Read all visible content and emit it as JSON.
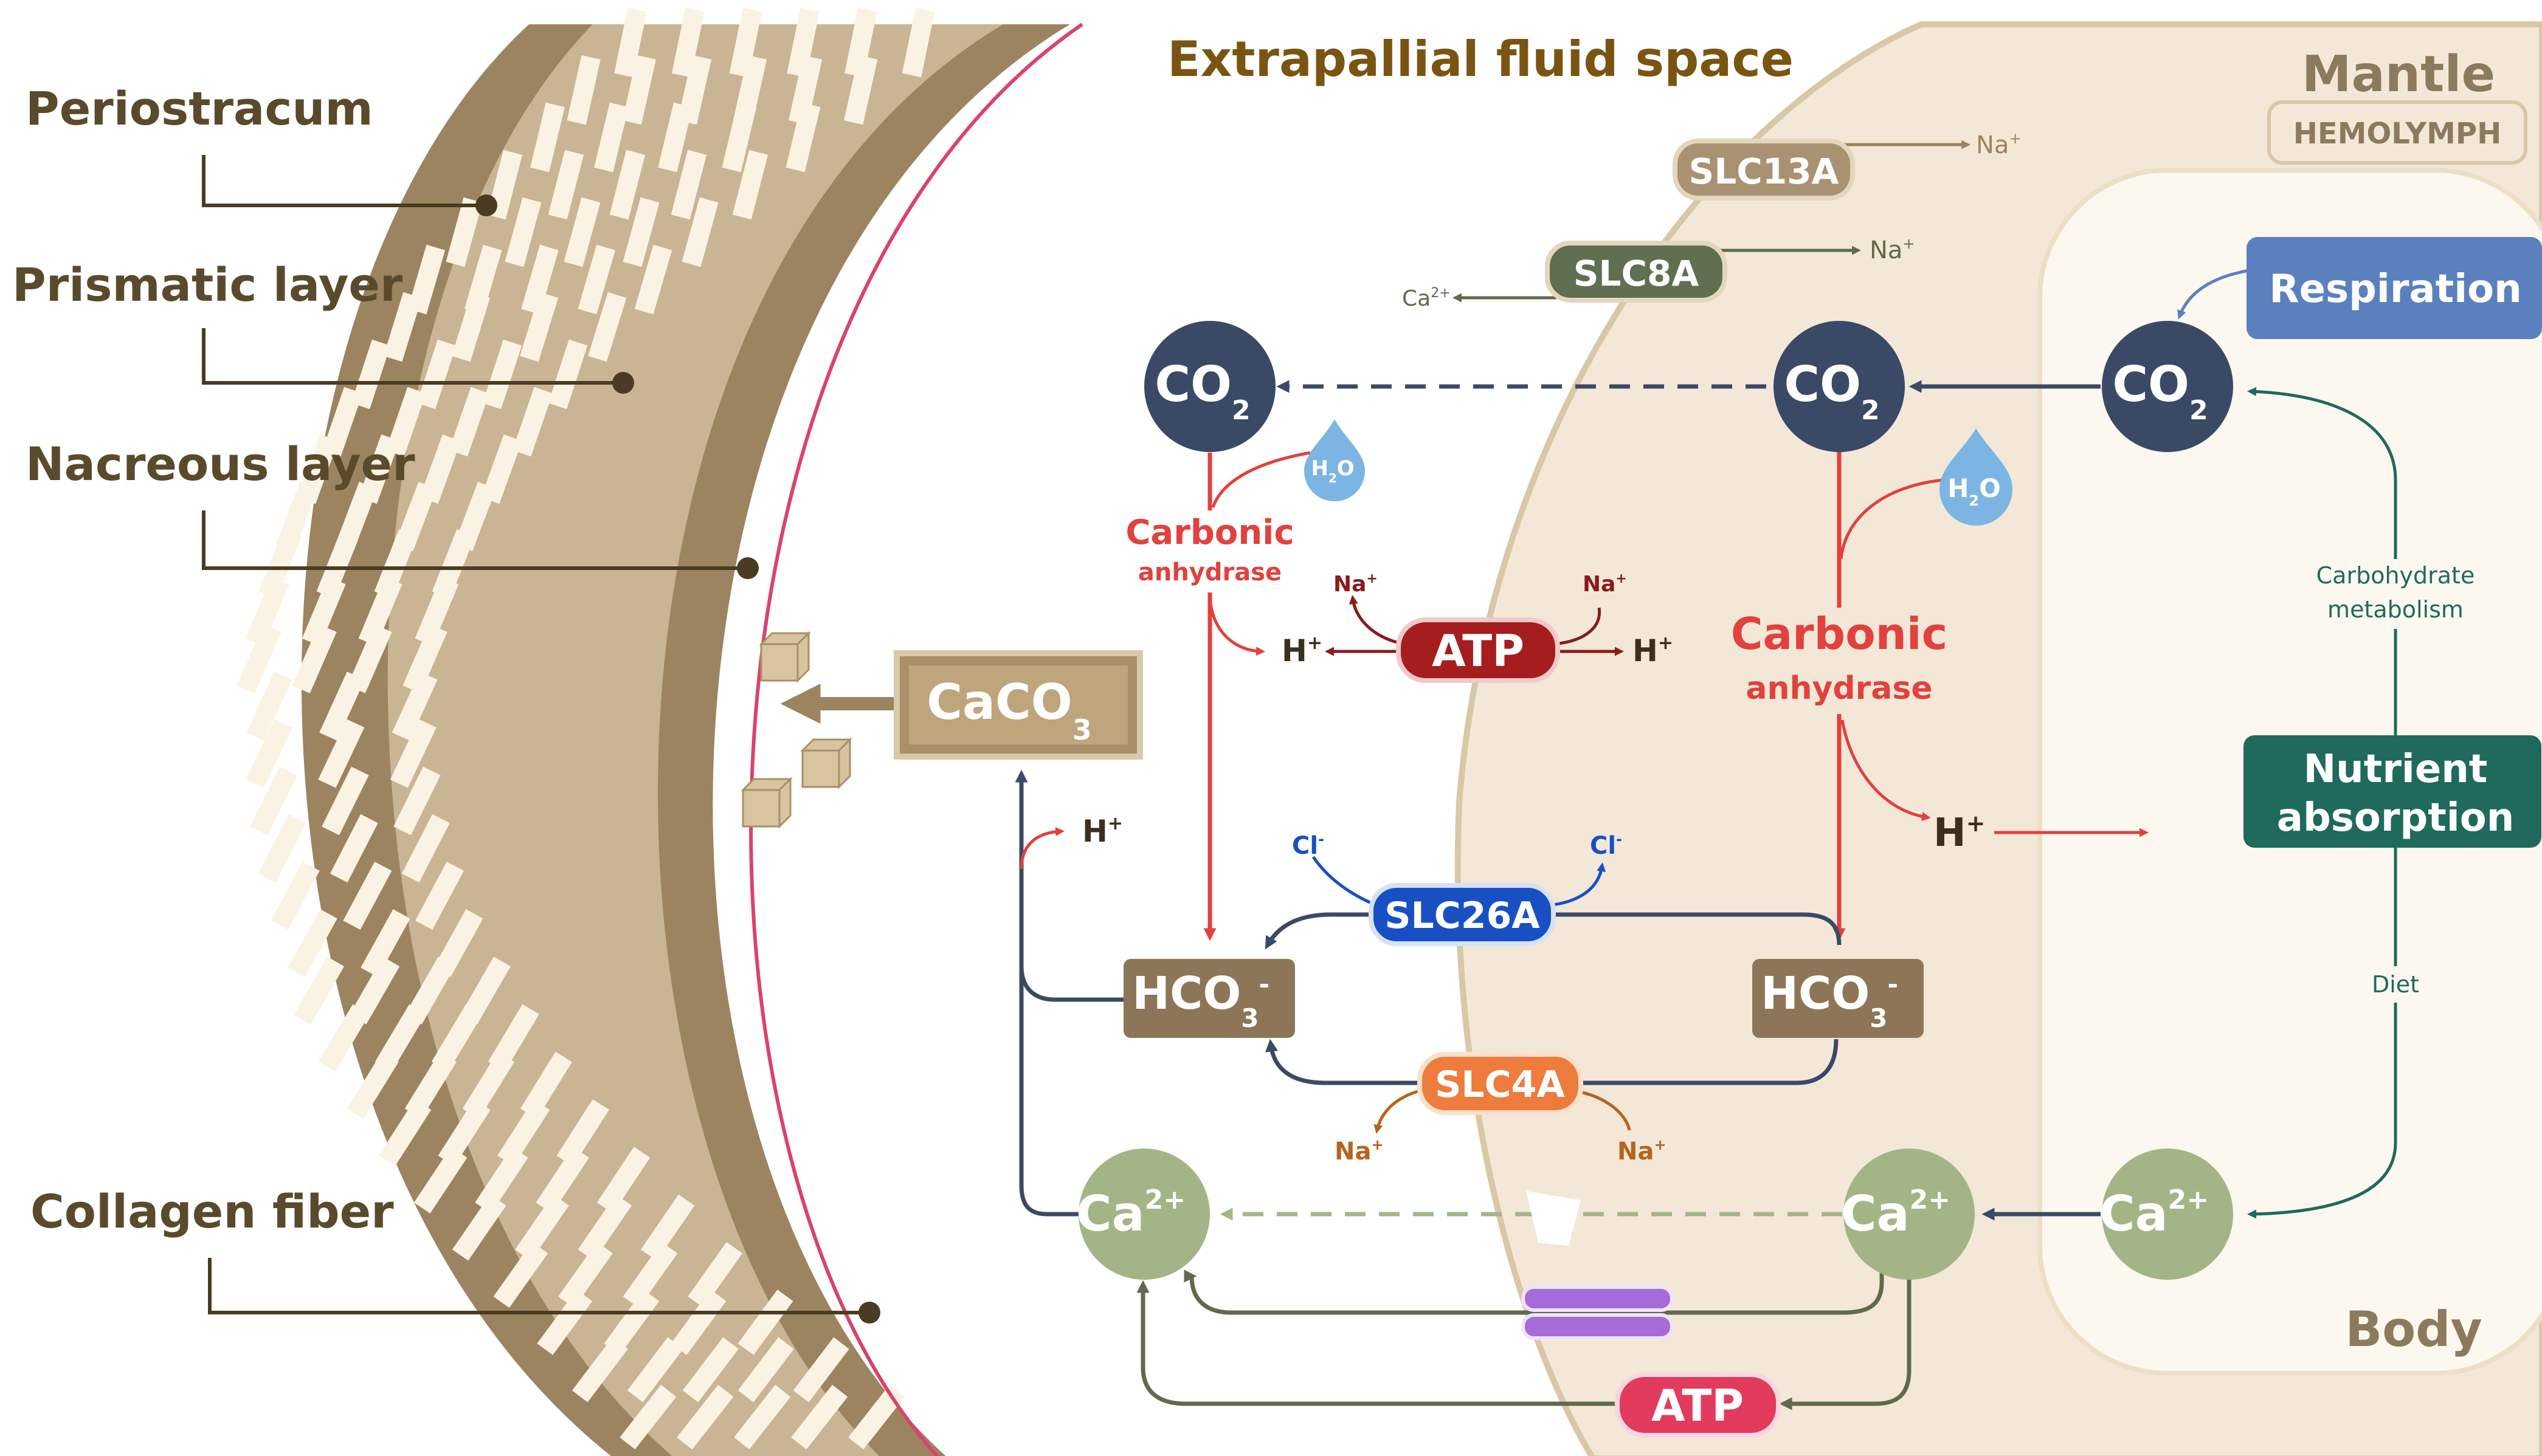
{
  "layers": {
    "periostracum": "Periostracum",
    "prismatic": "Prismatic layer",
    "nacreous": "Nacreous layer",
    "collagen": "Collagen fiber"
  },
  "regions": {
    "epf": "Extrapallial fluid space",
    "mantle": "Mantle",
    "hemolymph": "HEMOLYMPH",
    "body": "Body"
  },
  "transporters": {
    "slc13a": "SLC13A",
    "slc8a": "SLC8A",
    "slc26a": "SLC26A",
    "slc4a": "SLC4A"
  },
  "ions": {
    "na": "Na",
    "na_sup": "+",
    "ca": "Ca",
    "ca_sup": "2+",
    "cl": "Cl",
    "cl_sup": "-",
    "h": "H",
    "h_sup": "+"
  },
  "molecules": {
    "co": "CO",
    "co_sub": "2",
    "h2o_h": "H",
    "h2o_sub": "2",
    "h2o_o": "O",
    "hco": "HCO",
    "hco_sub": "3",
    "hco_sup": "-",
    "caco": "CaCO",
    "caco_sub": "3",
    "atp": "ATP"
  },
  "enzymes": {
    "carbonic": "Carbonic",
    "anhydrase": "anhydrase"
  },
  "processes": {
    "respiration": "Respiration",
    "nutrient_line1": "Nutrient",
    "nutrient_line2": "absorption",
    "carb_line1": "Carbohydrate",
    "carb_line2": "metabolism",
    "diet": "Diet"
  },
  "colors": {
    "shell_outer": "#9c8461",
    "shell_inner": "#c9b594",
    "tablet": "#faf3e3",
    "mantle_fill": "#f3e8d8",
    "body_fill": "#fcf8ef",
    "label_brown": "#5a4a2c",
    "accent_red": "#e2413d",
    "dark_navy": "#3a4a66",
    "ca_green": "#a3b587",
    "hco_brown": "#8c7657",
    "atp_dark": "#a51d1d",
    "atp_pink": "#e23b5e",
    "slc26_blue": "#1850c4",
    "slc4_orange": "#ee7c3c",
    "slc8_green": "#5f6f50",
    "slc13_tan": "#a99272",
    "respiration_blue": "#5b80be",
    "nutrient_teal": "#1f6a5c",
    "channel_purple": "#a56bd6",
    "epf_title": "#7a5512",
    "h2o_blue": "#7cb5e3",
    "cl_blue": "#1850c4",
    "na_dark": "#8b1a1a",
    "na_orange": "#b5651d"
  }
}
